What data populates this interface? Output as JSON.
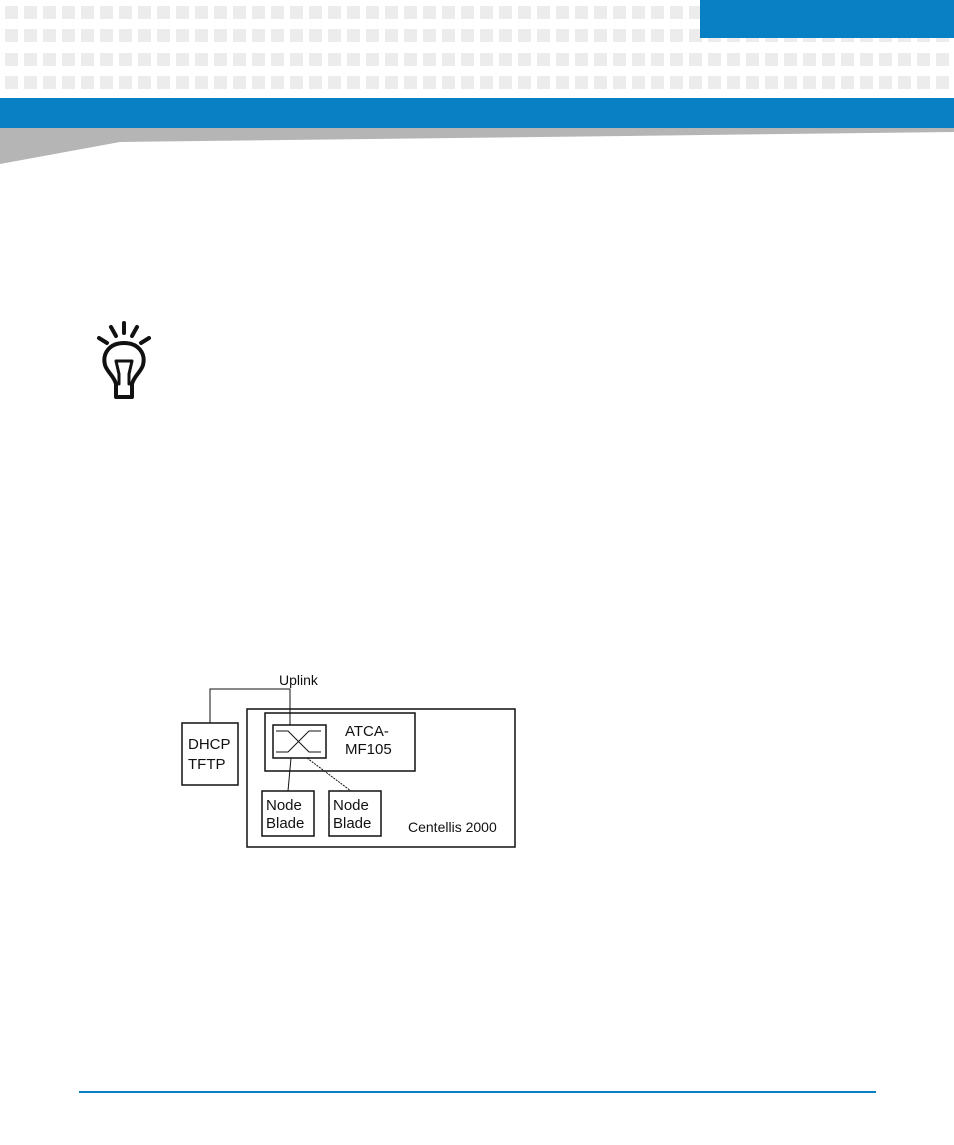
{
  "colors": {
    "brand": "#0a80c4",
    "pattern": "#ececec",
    "wedge": "#b5b5b5"
  },
  "icons": {
    "tip": "lightbulb-icon"
  },
  "diagram": {
    "uplink_label": "Uplink",
    "dhcp_line1": "DHCP",
    "dhcp_line2": "TFTP",
    "switch_line1": "ATCA-",
    "switch_line2": "MF105",
    "node1_line1": "Node",
    "node1_line2": "Blade",
    "node2_line1": "Node",
    "node2_line2": "Blade",
    "chassis_label": "Centellis 2000"
  }
}
